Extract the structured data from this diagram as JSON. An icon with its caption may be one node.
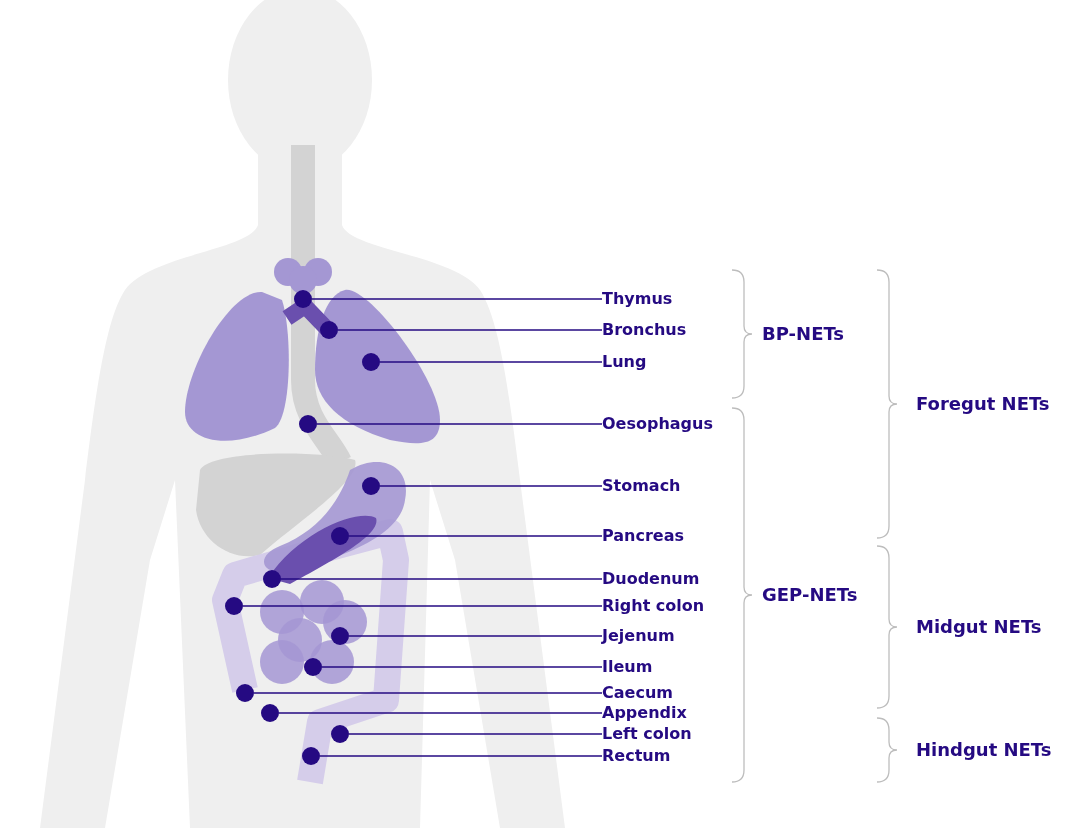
{
  "diagram": {
    "nodes": [
      {
        "text": [
          "Thymus"
        ]
      },
      {
        "text": [
          "Bronchus"
        ]
      },
      {
        "text": [
          "Lung"
        ]
      },
      {
        "text": [
          "Oesophagus"
        ]
      },
      {
        "text": [
          "Stomach"
        ]
      },
      {
        "text": [
          "Pancreas"
        ]
      },
      {
        "text": [
          "Duodenum"
        ]
      },
      {
        "text": [
          "Right colon"
        ]
      },
      {
        "text": [
          "Jejenum"
        ]
      },
      {
        "text": [
          "Ileum"
        ]
      },
      {
        "text": [
          "Caecum"
        ]
      },
      {
        "text": [
          "Appendix"
        ]
      },
      {
        "text": [
          "Left colon"
        ]
      },
      {
        "text": [
          "Rectum"
        ]
      },
      {
        "text": [],
        "shape": "circle"
      },
      {
        "text": [],
        "shape": "circle"
      },
      {
        "text": [],
        "shape": "circle"
      },
      {
        "text": [],
        "shape": "circle"
      },
      {
        "text": [],
        "shape": "circle"
      },
      {
        "text": [],
        "shape": "circle"
      },
      {
        "text": [],
        "shape": "circle"
      },
      {
        "text": [],
        "shape": "circle"
      },
      {
        "text": [],
        "shape": "circle"
      },
      {
        "text": [],
        "shape": "circle"
      },
      {
        "text": [],
        "shape": "circle"
      },
      {
        "text": [],
        "shape": "circle"
      },
      {
        "text": [],
        "shape": "circle"
      },
      {
        "text": [],
        "shape": "circle"
      }
    ],
    "edges": [
      {
        "from": 0,
        "to": 14,
        "arrow": "none"
      },
      {
        "from": 1,
        "to": 15,
        "arrow": "none"
      },
      {
        "from": 2,
        "to": 16,
        "arrow": "none"
      },
      {
        "from": 3,
        "to": 17,
        "arrow": "none"
      },
      {
        "from": 4,
        "to": 18,
        "arrow": "none"
      },
      {
        "from": 5,
        "to": 19,
        "arrow": "none"
      },
      {
        "from": 6,
        "to": 20,
        "arrow": "none"
      },
      {
        "from": 7,
        "to": 21,
        "arrow": "none"
      },
      {
        "from": 8,
        "to": 22,
        "arrow": "none"
      },
      {
        "from": 9,
        "to": 23,
        "arrow": "none"
      },
      {
        "from": 10,
        "to": 24,
        "arrow": "none"
      },
      {
        "from": 11,
        "to": 25,
        "arrow": "none"
      },
      {
        "from": 12,
        "to": 26,
        "arrow": "none"
      },
      {
        "from": 13,
        "to": 27,
        "arrow": "none"
      }
    ],
    "labels": [
      "BP-NETs",
      "Foregut NETs",
      "GEP-NETs",
      "Midgut NETs",
      "Hindgut NETs"
    ]
  }
}
